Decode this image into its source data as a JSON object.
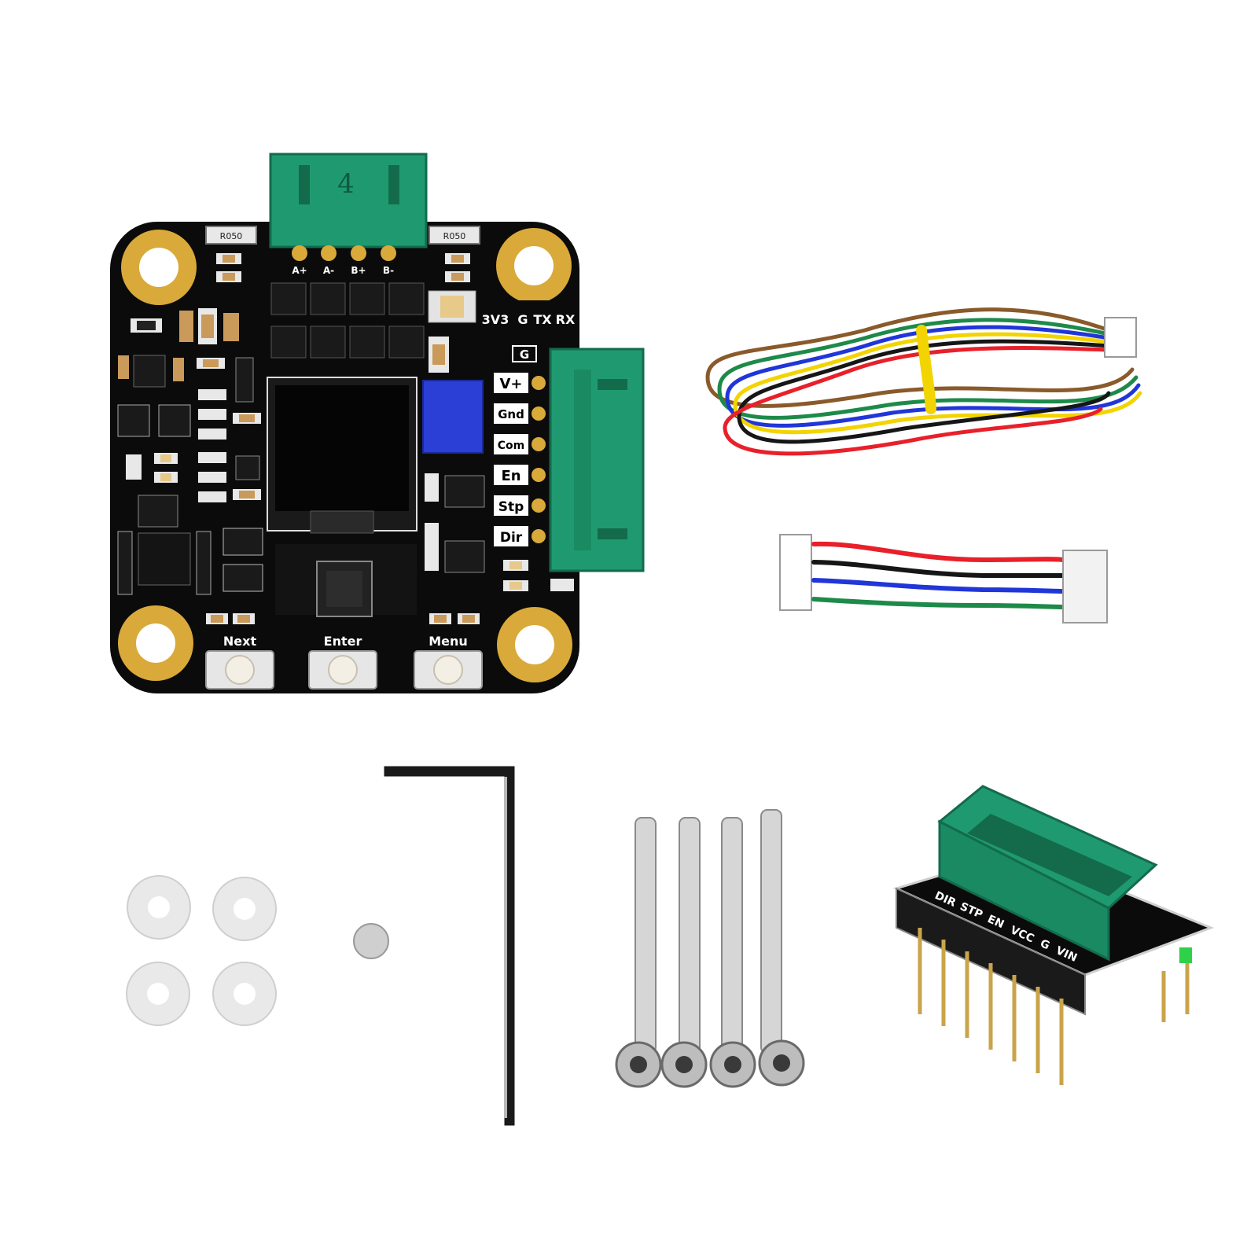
{
  "board": {
    "motor_connector_number": "4",
    "motor_pins": [
      "A+",
      "A-",
      "B+",
      "B-"
    ],
    "resistor_left": "R050",
    "resistor_right": "R050",
    "serial_pins": [
      "3V3",
      "G",
      "TX",
      "RX"
    ],
    "ground_label": "G",
    "io_labels": [
      "V+",
      "Gnd",
      "Com",
      "En",
      "Stp",
      "Dir"
    ],
    "buttons": [
      "Next",
      "Enter",
      "Menu"
    ]
  },
  "adapter": {
    "pin_labels": [
      "DIR",
      "STP",
      "EN",
      "VCC",
      "G",
      "VIN"
    ]
  },
  "colors": {
    "pcb": "#0b0b0b",
    "pad_gold": "#d9a93a",
    "connector_green": "#1f9a70",
    "pot_blue": "#2b3fd6",
    "wire_red": "#e8202a",
    "wire_blue": "#2036d8",
    "wire_yellow": "#f2d400",
    "wire_green": "#1e8a4a",
    "wire_black": "#161616",
    "wire_brown": "#8a5a2b"
  }
}
